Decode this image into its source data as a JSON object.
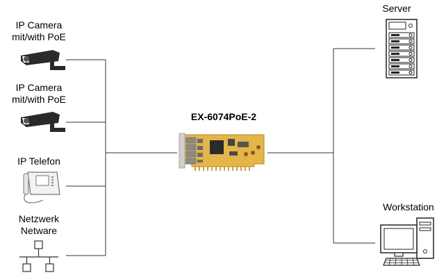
{
  "nodes": {
    "camera1": {
      "line1": "IP Camera",
      "line2": "mit/with PoE"
    },
    "camera2": {
      "line1": "IP Camera",
      "line2": "mit/with PoE"
    },
    "phone": {
      "label": "IP Telefon"
    },
    "network": {
      "line1": "Netzwerk",
      "line2": "Netware"
    },
    "card": {
      "label": "EX-6074PoE-2"
    },
    "server": {
      "label": "Server"
    },
    "workstation": {
      "label": "Workstation"
    }
  },
  "icons": {
    "camera": "security-camera-icon",
    "phone": "ip-phone-icon",
    "network": "network-topology-icon",
    "card": "pcie-card-icon",
    "server": "server-rack-icon",
    "workstation": "desktop-computer-icon"
  }
}
